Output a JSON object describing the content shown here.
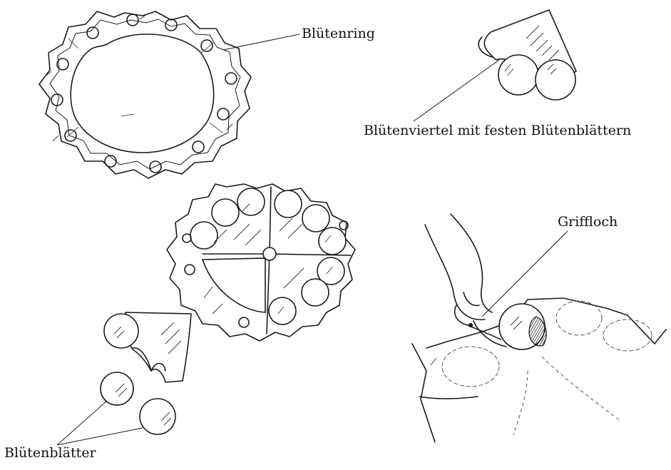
{
  "labels": {
    "ring": "Blütenring",
    "quarter": "Blütenviertel mit festen Blütenblättern",
    "grip_hole": "Griffloch",
    "petals": "Blütenblätter"
  }
}
